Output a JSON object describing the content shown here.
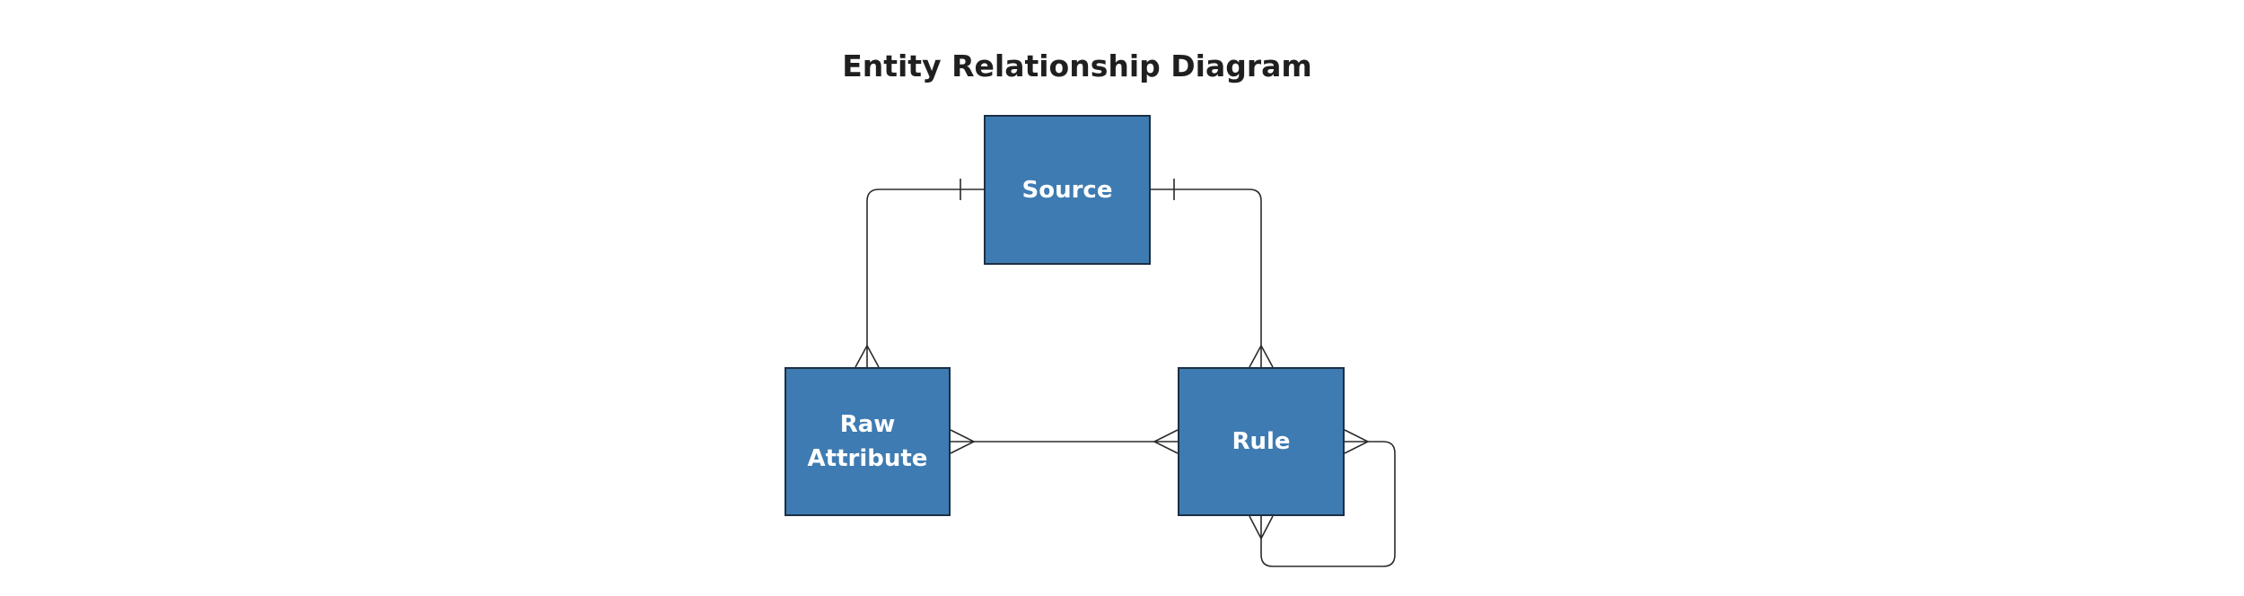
{
  "diagram": {
    "title": "Entity Relationship Diagram",
    "entities": [
      {
        "id": "source",
        "label": "Source"
      },
      {
        "id": "raw_attribute",
        "label": "Raw\nAttribute"
      },
      {
        "id": "rule",
        "label": "Rule"
      }
    ],
    "relationships": [
      {
        "from": "source",
        "from_cardinality": "one",
        "to": "raw_attribute",
        "to_cardinality": "many"
      },
      {
        "from": "source",
        "from_cardinality": "one",
        "to": "rule",
        "to_cardinality": "many"
      },
      {
        "from": "raw_attribute",
        "from_cardinality": "many",
        "to": "rule",
        "to_cardinality": "many"
      },
      {
        "from": "rule",
        "from_cardinality": "many",
        "to": "rule",
        "to_cardinality": "many"
      }
    ],
    "colors": {
      "entity_fill": "#3e7bb2",
      "entity_border": "#1c2f44",
      "entity_text": "#ffffff",
      "connector": "#2b2b2b",
      "title": "#1f1f1f"
    }
  }
}
